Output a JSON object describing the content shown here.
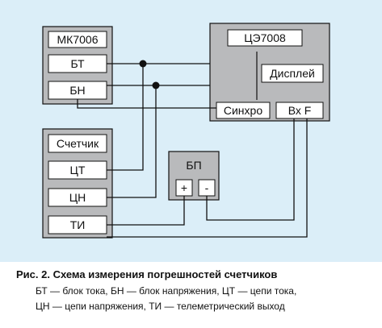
{
  "diagram": {
    "colors": {
      "background": "#dbeef8",
      "block_fill": "#b9babc",
      "cell_fill": "#ffffff",
      "line": "#111111"
    },
    "blocks": {
      "mk7006": {
        "title": "МК7006",
        "cells": [
          "БТ",
          "БН"
        ]
      },
      "ce7008": {
        "title": "ЦЭ7008",
        "display": "Дисплей",
        "sync": "Синхро",
        "input": "Вх F"
      },
      "counter": {
        "title": "Счетчик",
        "cells": [
          "ЦТ",
          "ЦН",
          "ТИ"
        ]
      },
      "power": {
        "title": "БП",
        "plus": "+",
        "minus": "-"
      }
    }
  },
  "caption": {
    "title": "Рис. 2. Схема измерения погрешностей счетчиков",
    "lines": [
      "БТ — блок тока,  БН — блок напряжения, ЦТ — цепи тока,",
      "ЦН — цепи напряжения, ТИ — телеметрический выход"
    ]
  }
}
